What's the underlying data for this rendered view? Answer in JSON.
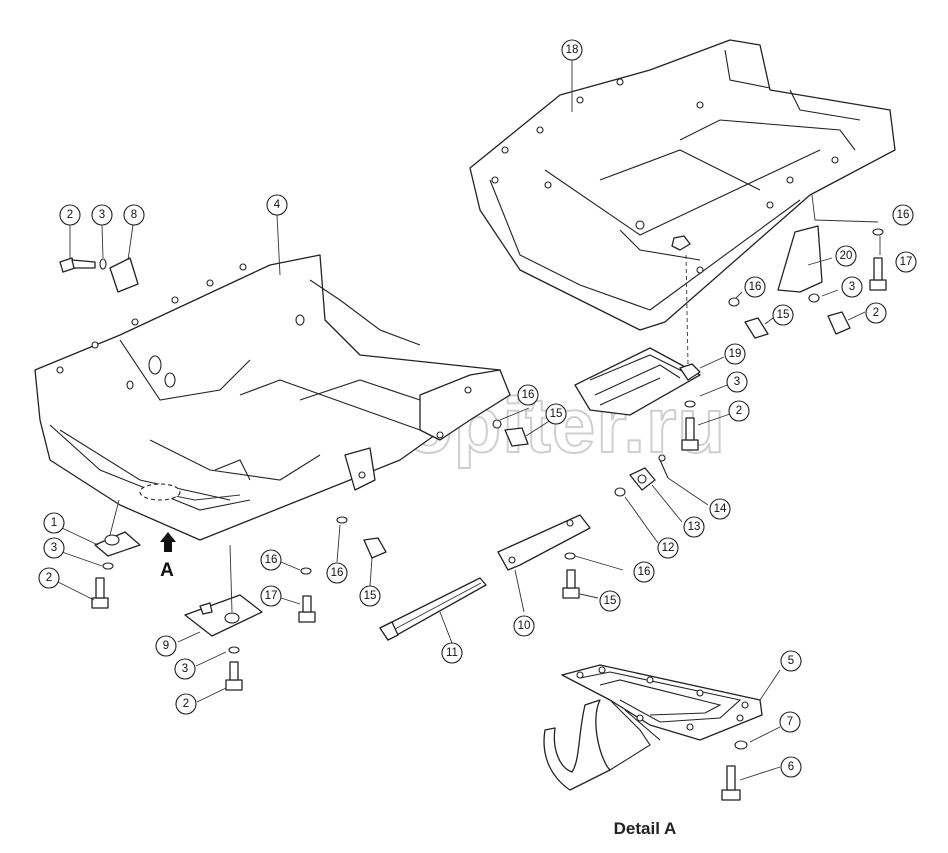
{
  "watermark": "autopiter.ru",
  "arrow_label": "A",
  "detail_label": "Detail A",
  "callouts": [
    {
      "id": "c18",
      "label": "18"
    },
    {
      "id": "c2a",
      "label": "2"
    },
    {
      "id": "c3a",
      "label": "3"
    },
    {
      "id": "c8",
      "label": "8"
    },
    {
      "id": "c4",
      "label": "4"
    },
    {
      "id": "c16a",
      "label": "16"
    },
    {
      "id": "c17a",
      "label": "17"
    },
    {
      "id": "c20",
      "label": "20"
    },
    {
      "id": "c16b",
      "label": "16"
    },
    {
      "id": "c3b",
      "label": "3"
    },
    {
      "id": "c2b",
      "label": "2"
    },
    {
      "id": "c15a",
      "label": "15"
    },
    {
      "id": "c19",
      "label": "19"
    },
    {
      "id": "c3c",
      "label": "3"
    },
    {
      "id": "c16c",
      "label": "16"
    },
    {
      "id": "c15b",
      "label": "15"
    },
    {
      "id": "c2c",
      "label": "2"
    },
    {
      "id": "c14",
      "label": "14"
    },
    {
      "id": "c13",
      "label": "13"
    },
    {
      "id": "c12",
      "label": "12"
    },
    {
      "id": "c1",
      "label": "1"
    },
    {
      "id": "c3d",
      "label": "3"
    },
    {
      "id": "c2d",
      "label": "2"
    },
    {
      "id": "c16d",
      "label": "16"
    },
    {
      "id": "c16e",
      "label": "16"
    },
    {
      "id": "c15c",
      "label": "15"
    },
    {
      "id": "c17b",
      "label": "17"
    },
    {
      "id": "c16f",
      "label": "16"
    },
    {
      "id": "c15d",
      "label": "15"
    },
    {
      "id": "c9",
      "label": "9"
    },
    {
      "id": "c3e",
      "label": "3"
    },
    {
      "id": "c2e",
      "label": "2"
    },
    {
      "id": "c11",
      "label": "11"
    },
    {
      "id": "c10",
      "label": "10"
    },
    {
      "id": "c5",
      "label": "5"
    },
    {
      "id": "c7",
      "label": "7"
    },
    {
      "id": "c6",
      "label": "6"
    }
  ]
}
